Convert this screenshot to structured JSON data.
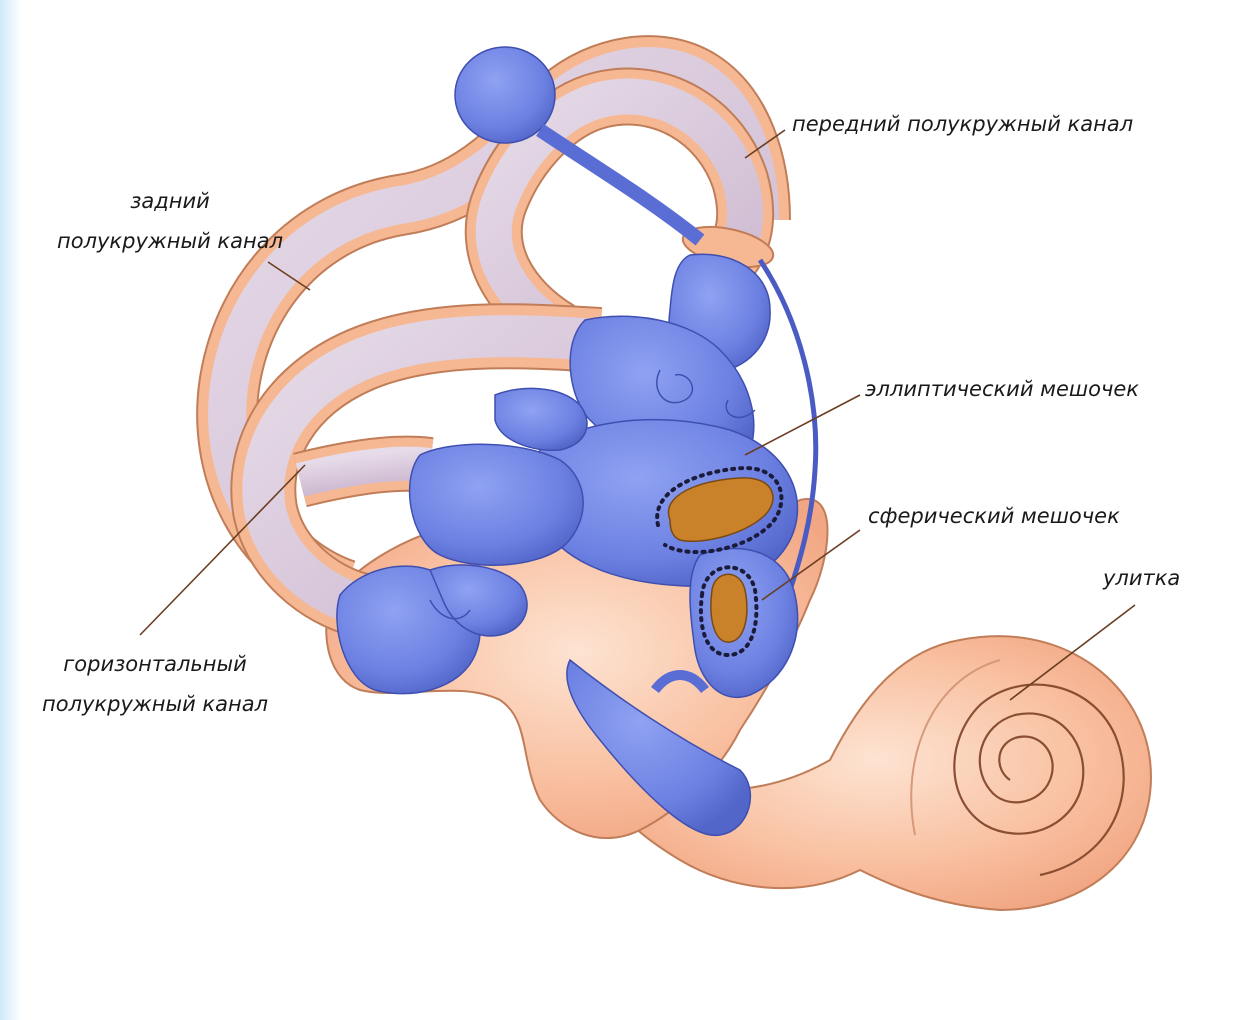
{
  "diagram": {
    "colors": {
      "bone": "#f7b48f",
      "bone_edge": "#b9724f",
      "bone_light": "#fbd6bf",
      "canal_inner": "#d9c9dc",
      "membranous": "#6f84e6",
      "membranous_dark": "#3f4fb0",
      "macula": "#c9812a",
      "macula_edge": "#7a4a14",
      "leader": "#6b3d22"
    },
    "labels": {
      "anterior_canal": "передний полукружный канал",
      "posterior_canal_line1": "задний",
      "posterior_canal_line2": "полукружный канал",
      "utricle": "эллиптический мешочек",
      "saccule": "сферический мешочек",
      "cochlea": "улитка",
      "horizontal_canal_line1": "горизонтальный",
      "horizontal_canal_line2": "полукружный канал"
    }
  }
}
